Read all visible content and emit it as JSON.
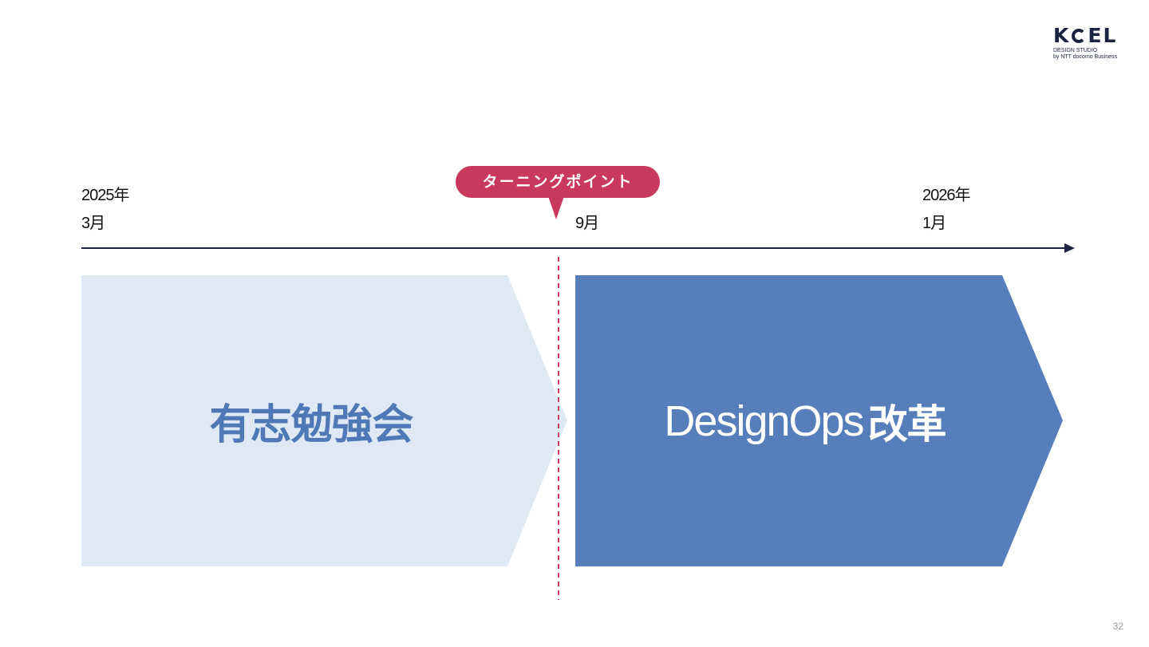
{
  "logo": {
    "name": "KOEL",
    "line1": "DESIGN STUDIO",
    "line2": "by NTT docomo Business"
  },
  "timeline": {
    "start": {
      "year": "2025年",
      "month": "3月"
    },
    "middle": {
      "month": "9月"
    },
    "end": {
      "year": "2026年",
      "month": "1月"
    }
  },
  "callout": {
    "label": "ターニングポイント"
  },
  "phases": [
    {
      "label": "有志勉強会"
    },
    {
      "label_en": "DesignOps",
      "label_jp": "改革"
    }
  ],
  "page_number": "32",
  "colors": {
    "navy": "#1c2340",
    "callout": "#c9395c",
    "phase1_fill": "#dfe9f6",
    "phase1_text": "#4e79b6",
    "phase2_fill": "#557eba",
    "phase2_text": "#ffffff",
    "divider": "#c9395c"
  }
}
